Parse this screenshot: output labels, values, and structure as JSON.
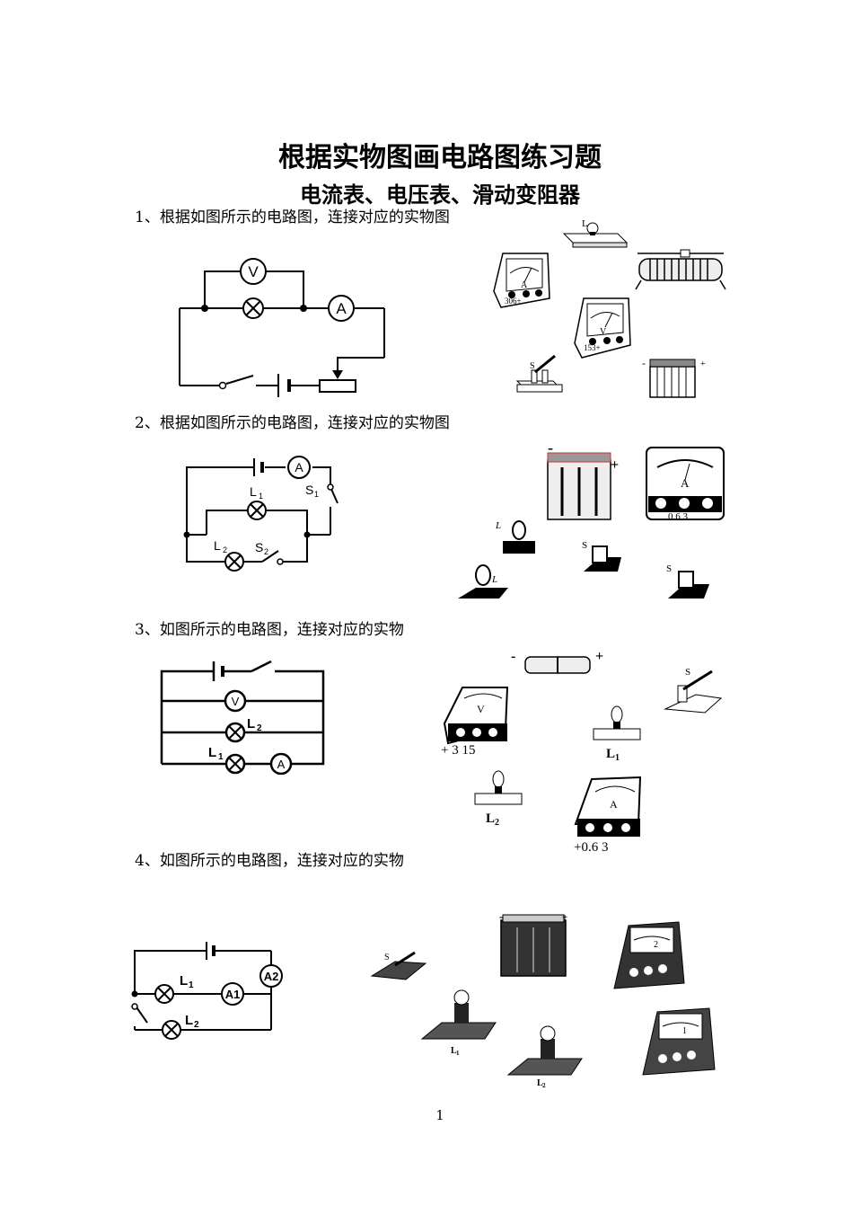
{
  "title": "根据实物图画电路图练习题",
  "subtitle": "电流表、电压表、滑动变阻器",
  "questions": [
    {
      "text": "1、根据如图所示的电路图，连接对应的实物图"
    },
    {
      "text": "2、根据如图所示的电路图，连接对应的实物图"
    },
    {
      "text": "3、如图所示的电路图，连接对应的实物"
    },
    {
      "text": "4、如图所示的电路图，连接对应的实物"
    }
  ],
  "labels": {
    "V": "V",
    "A": "A",
    "L": "L",
    "S": "S",
    "L1": "L",
    "L2": "L",
    "S1": "S",
    "S2": "S",
    "sub1": "1",
    "sub2": "2",
    "A1": "A1",
    "A2": "A2",
    "minus": "-",
    "plus": "+",
    "scale_306": "306+",
    "scale_153": "153+",
    "scale_063": "0.6  3",
    "scale_3_15": "+  3  15",
    "scale_063b": "+0.6  3"
  },
  "page_number": "1"
}
